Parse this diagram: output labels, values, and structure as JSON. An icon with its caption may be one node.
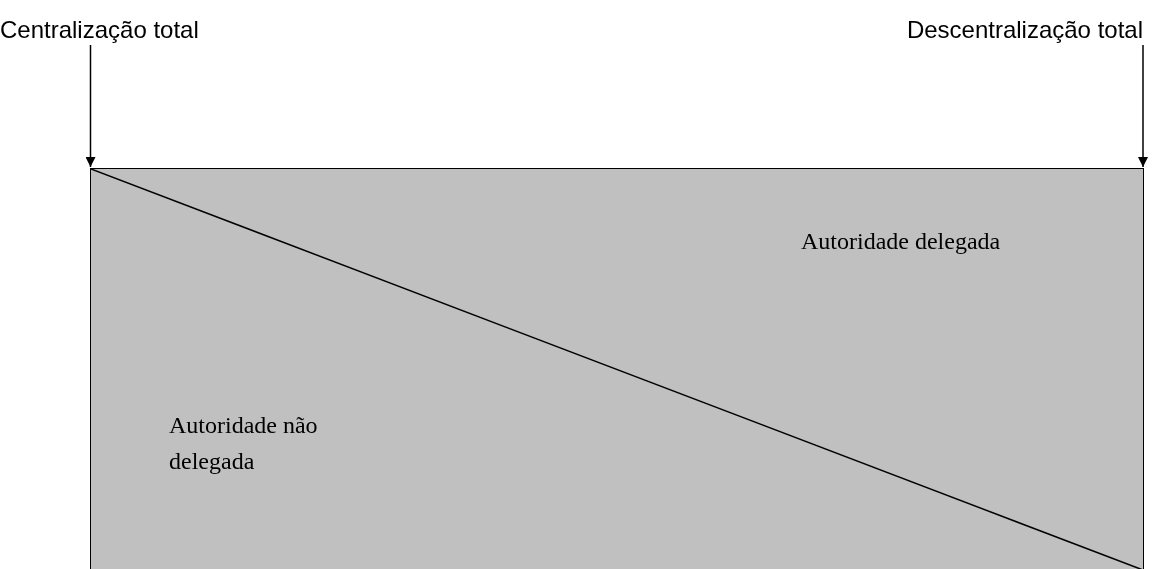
{
  "diagram": {
    "nodes": [
      {
        "text": [
          "Centralização total"
        ]
      },
      {
        "text": [
          "Descentralização total"
        ]
      },
      {
        "text": [
          "Autoridade delegada",
          "Autoridade não delegada"
        ]
      }
    ],
    "edges": [
      {
        "from": 0,
        "to": 2,
        "arrow": "to"
      },
      {
        "from": 1,
        "to": 2,
        "arrow": "to"
      }
    ]
  }
}
